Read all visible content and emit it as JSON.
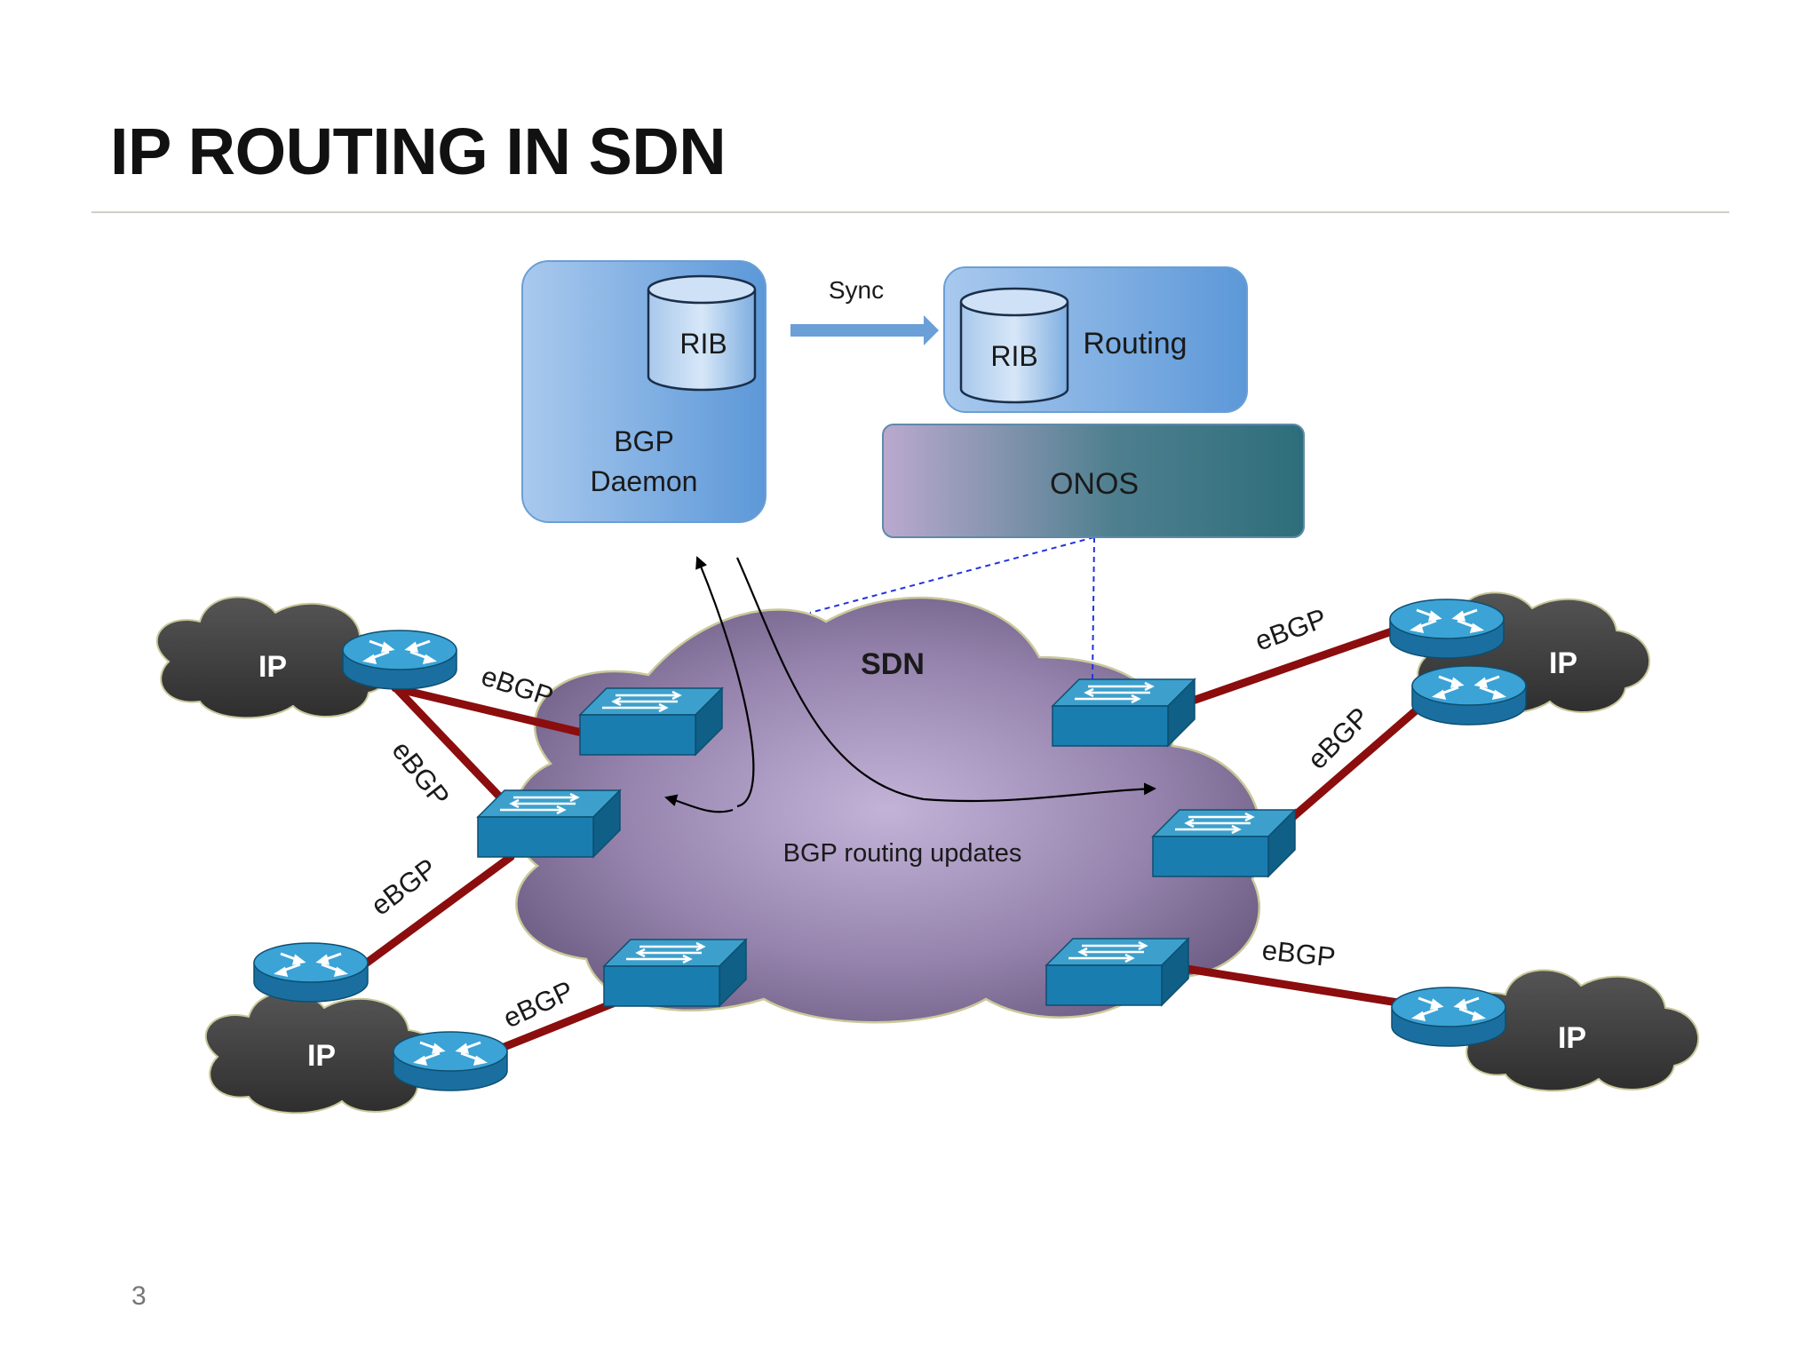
{
  "title": "IP ROUTING IN SDN",
  "page_number": "3",
  "bgp_daemon": {
    "rib": "RIB",
    "label_line1": "BGP",
    "label_line2": "Daemon"
  },
  "sync_label": "Sync",
  "routing_box": {
    "rib": "RIB",
    "label": "Routing"
  },
  "onos_label": "ONOS",
  "sdn_cloud": {
    "label": "SDN",
    "updates_label": "BGP routing updates"
  },
  "ip_clouds": [
    "IP",
    "IP",
    "IP",
    "IP"
  ],
  "ebgp_links": [
    "eBGP",
    "eBGP",
    "eBGP",
    "eBGP",
    "eBGP",
    "eBGP",
    "eBGP"
  ],
  "colors": {
    "box_blue": "#5b9bd5",
    "onos_teal": "#2f6f7c",
    "sdn_cloud": "#8c7aa0",
    "ip_cloud": "#444444",
    "link_red": "#8b0d0d",
    "device_blue": "#1e7fb0"
  },
  "icons": [
    "database-icon",
    "switch-icon",
    "router-icon",
    "cloud-icon",
    "arrow-icon"
  ]
}
